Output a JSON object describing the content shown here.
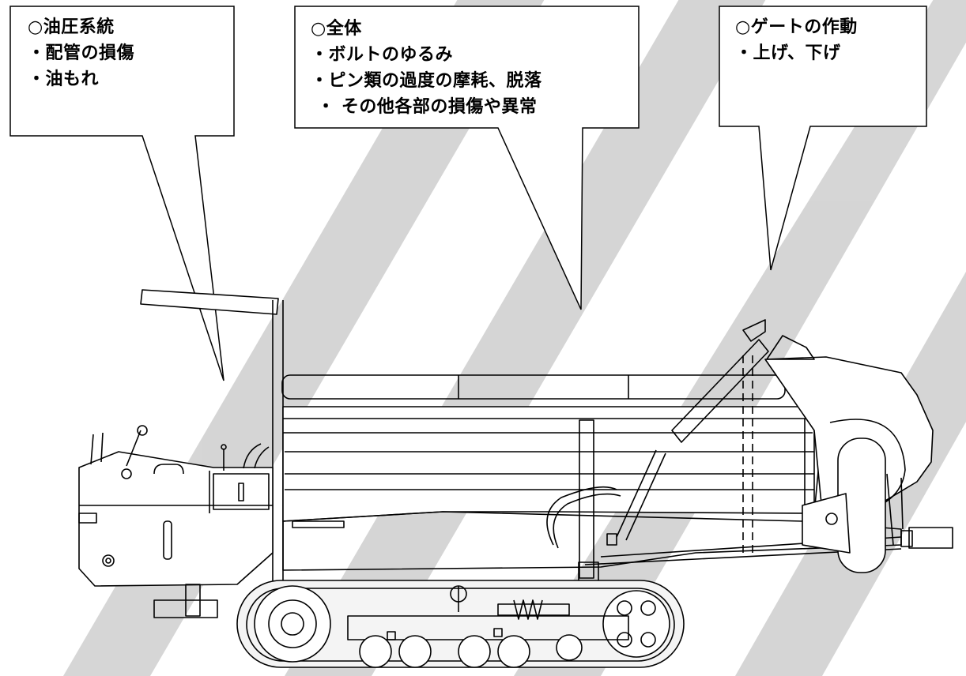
{
  "colors": {
    "line": "#000000",
    "watermark": "#c8c8c8",
    "background": "#ffffff",
    "track": "#f4f4f4"
  },
  "callouts": {
    "hydraulic": {
      "title": "○油圧系統",
      "items": [
        "・配管の損傷",
        "・油もれ"
      ]
    },
    "general": {
      "title": "○全体",
      "items": [
        "・ボルトのゆるみ",
        "・ピン類の過度の摩耗、脱落",
        " ・ その他各部の損傷や異常"
      ]
    },
    "gate": {
      "title": "○ゲートの作動",
      "items": [
        "・上げ、下げ"
      ]
    }
  },
  "icons": [
    "crawler-carrier-drawing",
    "watermark-stripes"
  ]
}
